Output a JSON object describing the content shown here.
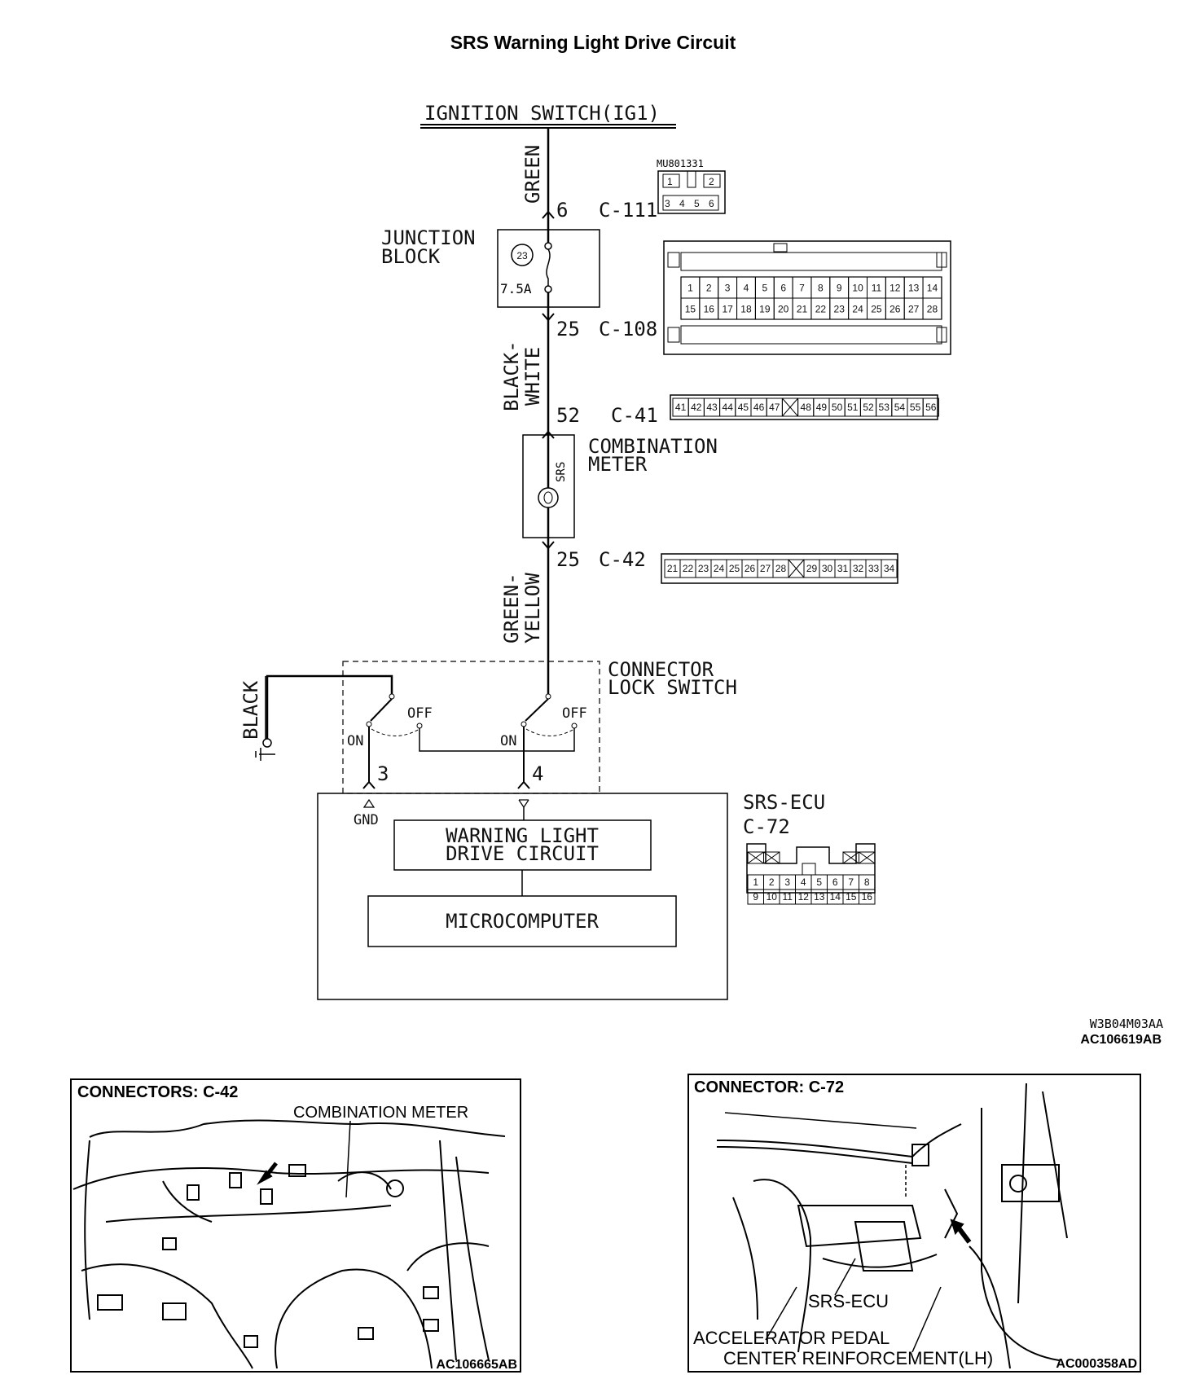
{
  "title": "SRS Warning Light Drive Circuit",
  "power": {
    "label": "IGNITION SWITCH(IG1)"
  },
  "wires": {
    "green": "GREEN",
    "black_white_1": "BLACK-",
    "black_white_2": "WHITE",
    "green_yellow_1": "GREEN-",
    "green_yellow_2": "YELLOW",
    "black": "BLACK"
  },
  "junction_block": {
    "label_1": "JUNCTION",
    "label_2": "BLOCK",
    "fuse_no": "23",
    "fuse_rating": "7.5A"
  },
  "connectors": {
    "c111": {
      "pin": "6",
      "name": "C-111",
      "part": "MU801331",
      "cells": [
        "1",
        "2",
        "3",
        "4",
        "5",
        "6"
      ]
    },
    "c108": {
      "pin": "25",
      "name": "C-108",
      "row1": [
        "1",
        "2",
        "3",
        "4",
        "5",
        "6",
        "7",
        "8",
        "9",
        "10",
        "11",
        "12",
        "13",
        "14"
      ],
      "row2": [
        "15",
        "16",
        "17",
        "18",
        "19",
        "20",
        "21",
        "22",
        "23",
        "24",
        "25",
        "26",
        "27",
        "28"
      ]
    },
    "c41": {
      "pin": "52",
      "name": "C-41",
      "cells": [
        "41",
        "42",
        "43",
        "44",
        "45",
        "46",
        "47",
        "",
        "48",
        "49",
        "50",
        "51",
        "52",
        "53",
        "54",
        "55",
        "56"
      ]
    },
    "c42": {
      "pin": "25",
      "name": "C-42",
      "cells": [
        "21",
        "22",
        "23",
        "24",
        "25",
        "26",
        "27",
        "28",
        "",
        "29",
        "30",
        "31",
        "32",
        "33",
        "34"
      ]
    },
    "c72": {
      "name": "C-72",
      "row1": [
        "1",
        "2",
        "3",
        "4",
        "5",
        "6",
        "7",
        "8"
      ],
      "row2": [
        "9",
        "10",
        "11",
        "12",
        "13",
        "14",
        "15",
        "16"
      ]
    }
  },
  "meter": {
    "label_1": "COMBINATION",
    "label_2": "METER",
    "lamp": "SRS"
  },
  "lock_switch": {
    "label_1": "CONNECTOR",
    "label_2": "LOCK SWITCH",
    "off": "OFF",
    "on": "ON",
    "pin_left": "3",
    "pin_right": "4"
  },
  "ecu": {
    "label": "SRS-ECU",
    "gnd": "GND",
    "drive_1": "WARNING LIGHT",
    "drive_2": "DRIVE CIRCUIT",
    "micro": "MICROCOMPUTER"
  },
  "codes": {
    "code_1": "W3B04M03AA",
    "code_2": "AC106619AB"
  },
  "panel_left": {
    "title": "CONNECTORS: C-42",
    "callout": "COMBINATION METER",
    "code": "AC106665AB"
  },
  "panel_right": {
    "title": "CONNECTOR: C-72",
    "callout_1": "SRS-ECU",
    "callout_2": "ACCELERATOR PEDAL",
    "callout_3": "CENTER REINFORCEMENT(LH)",
    "code": "AC000358AD"
  }
}
